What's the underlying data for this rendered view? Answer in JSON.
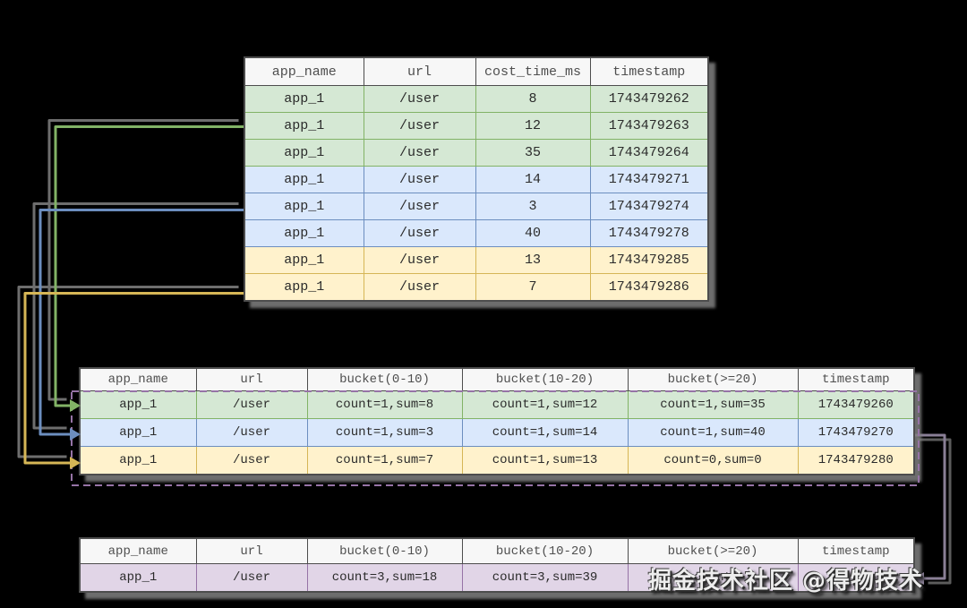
{
  "watermark_text": "掘金技术社区 @得物技术",
  "colors": {
    "background": "#000000",
    "green_fill": "#d5e8d4",
    "green_stroke": "#82b366",
    "blue_fill": "#dae8fc",
    "blue_stroke": "#6c8ebf",
    "yellow_fill": "#fff2cc",
    "yellow_stroke": "#d6b656",
    "purple_fill": "#e1d5e7",
    "purple_stroke": "#9673a6",
    "header_fill": "#f7f7f7",
    "table_border": "#4d4d4d",
    "right_connector": "#8a7f96",
    "connector_shadow": "#6e6e6e"
  },
  "raw_table": {
    "headers": [
      "app_name",
      "url",
      "cost_time_ms",
      "timestamp"
    ],
    "rows": [
      {
        "group": "green",
        "cells": [
          "app_1",
          "/user",
          "8",
          "1743479262"
        ]
      },
      {
        "group": "green",
        "cells": [
          "app_1",
          "/user",
          "12",
          "1743479263"
        ]
      },
      {
        "group": "green",
        "cells": [
          "app_1",
          "/user",
          "35",
          "1743479264"
        ]
      },
      {
        "group": "blue",
        "cells": [
          "app_1",
          "/user",
          "14",
          "1743479271"
        ]
      },
      {
        "group": "blue",
        "cells": [
          "app_1",
          "/user",
          "3",
          "1743479274"
        ]
      },
      {
        "group": "blue",
        "cells": [
          "app_1",
          "/user",
          "40",
          "1743479278"
        ]
      },
      {
        "group": "yellow",
        "cells": [
          "app_1",
          "/user",
          "13",
          "1743479285"
        ]
      },
      {
        "group": "yellow",
        "cells": [
          "app_1",
          "/user",
          "7",
          "1743479286"
        ]
      }
    ]
  },
  "bucket_table": {
    "headers": [
      "app_name",
      "url",
      "bucket(0-10)",
      "bucket(10-20)",
      "bucket(>=20)",
      "timestamp"
    ],
    "rows": [
      {
        "group": "green",
        "cells": [
          "app_1",
          "/user",
          "count=1,sum=8",
          "count=1,sum=12",
          "count=1,sum=35",
          "1743479260"
        ]
      },
      {
        "group": "blue",
        "cells": [
          "app_1",
          "/user",
          "count=1,sum=3",
          "count=1,sum=14",
          "count=1,sum=40",
          "1743479270"
        ]
      },
      {
        "group": "yellow",
        "cells": [
          "app_1",
          "/user",
          "count=1,sum=7",
          "count=1,sum=13",
          "count=0,sum=0",
          "1743479280"
        ]
      }
    ]
  },
  "merged_table": {
    "headers": [
      "app_name",
      "url",
      "bucket(0-10)",
      "bucket(10-20)",
      "bucket(>=20)",
      "timestamp"
    ],
    "rows": [
      {
        "group": "purple",
        "cells": [
          "app_1",
          "/user",
          "count=3,sum=18",
          "count=3,sum=39",
          "count",
          ""
        ]
      }
    ]
  }
}
